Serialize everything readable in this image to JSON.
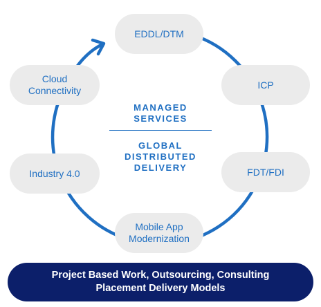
{
  "nodes": {
    "eddl": "EDDL/DTM",
    "icp": "ICP",
    "fdt": "FDT/FDI",
    "mobile": "Mobile App\nModernization",
    "industry": "Industry  4.0",
    "cloud": "Cloud\nConnectivity"
  },
  "center": {
    "top": "MANAGED\nSERVICES",
    "bottom": "GLOBAL\nDISTRIBUTED\nDELIVERY"
  },
  "banner": {
    "text": "Project Based Work, Outsourcing,  Consulting\nPlacement  Delivery Models"
  },
  "colors": {
    "accent": "#1f6fc2",
    "pill_fill": "#ebebeb",
    "banner_fill": "#0c1f6a"
  }
}
